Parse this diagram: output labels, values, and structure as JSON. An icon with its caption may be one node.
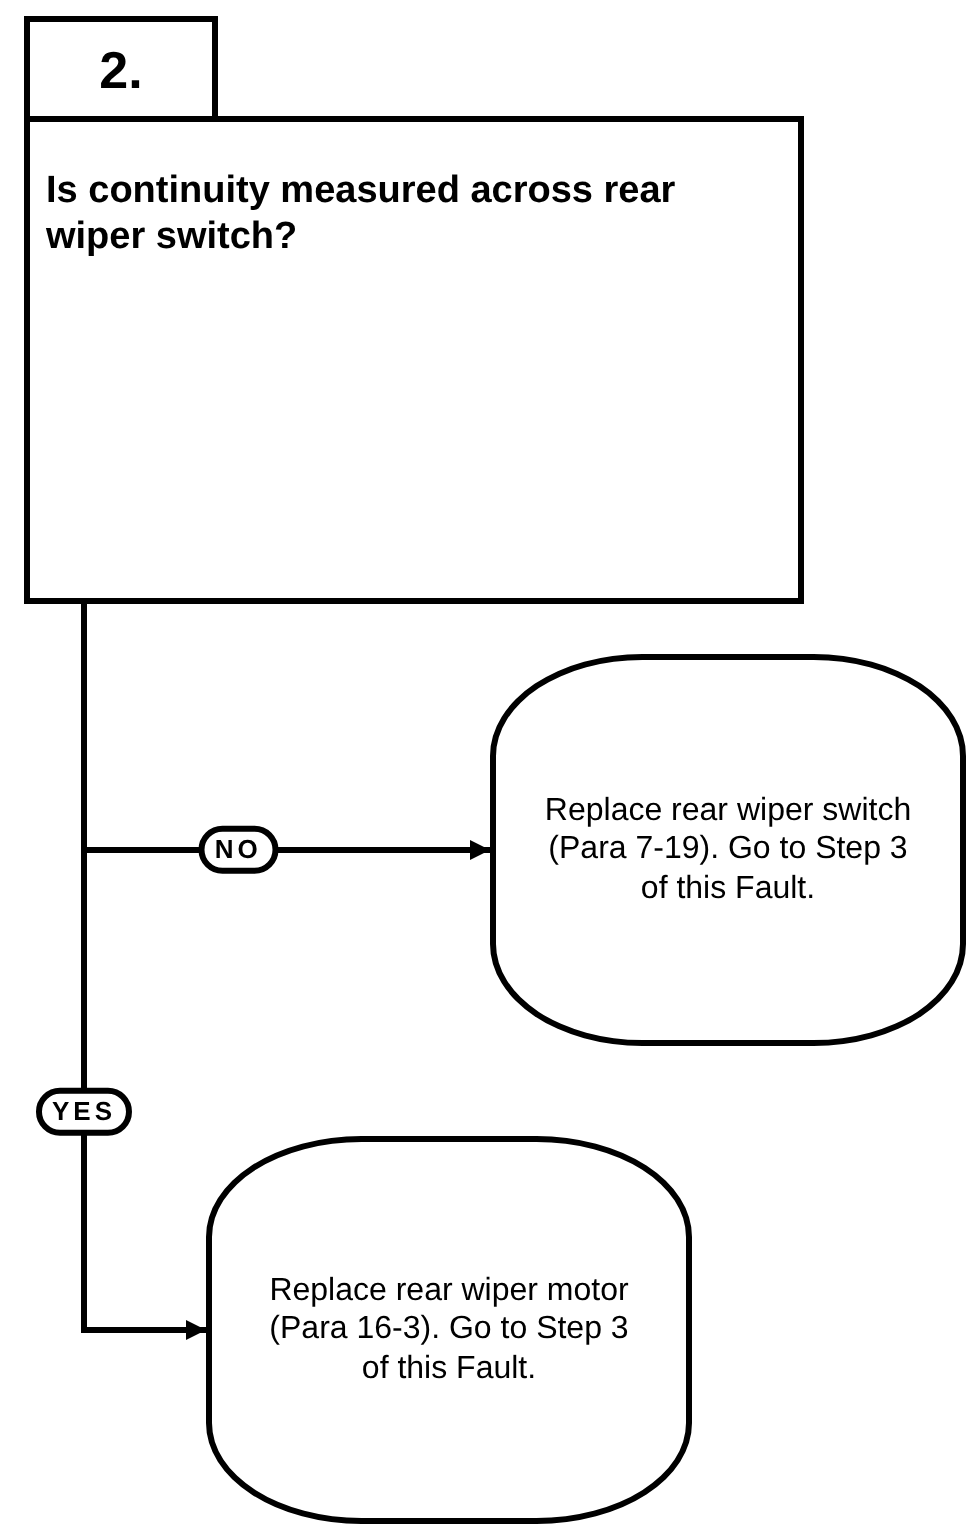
{
  "diagram": {
    "nodes": [
      {
        "text": [
          "2."
        ]
      },
      {
        "text": [
          "Is continuity measured across rear wiper switch?"
        ]
      },
      {
        "text": [
          "Replace rear wiper switch (Para 7-19). Go to Step 3 of this Fault."
        ]
      },
      {
        "text": [
          "Replace rear wiper motor (Para 16-3). Go to Step 3 of this Fault."
        ]
      }
    ],
    "edges": [
      {
        "from": 1,
        "to": 2,
        "arrow": "to",
        "label": "NO"
      },
      {
        "from": 1,
        "to": 3,
        "arrow": "to",
        "label": "YES"
      }
    ]
  }
}
